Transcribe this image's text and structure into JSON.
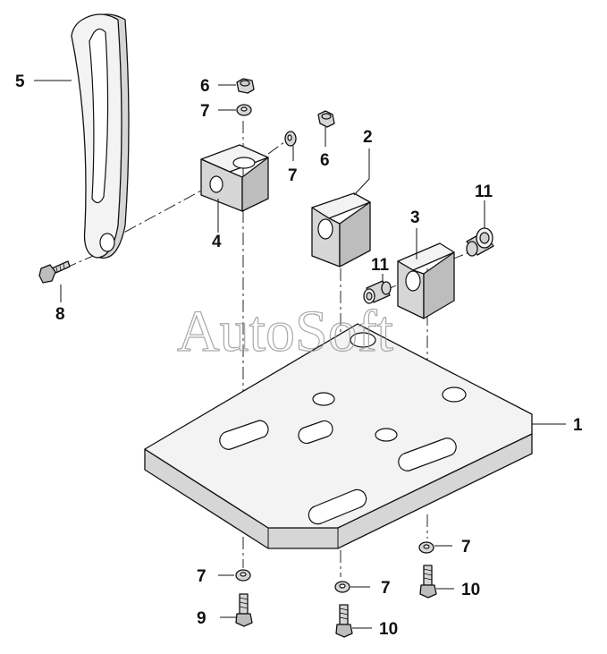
{
  "watermark": "AutoSoft",
  "labels": {
    "p1": "1",
    "p2": "2",
    "p3": "3",
    "p4": "4",
    "p5": "5",
    "p6a": "6",
    "p6b": "6",
    "p7a": "7",
    "p7b": "7",
    "p7c": "7",
    "p7d": "7",
    "p7e": "7",
    "p8": "8",
    "p9": "9",
    "p10a": "10",
    "p10b": "10",
    "p11a": "11",
    "p11b": "11"
  }
}
